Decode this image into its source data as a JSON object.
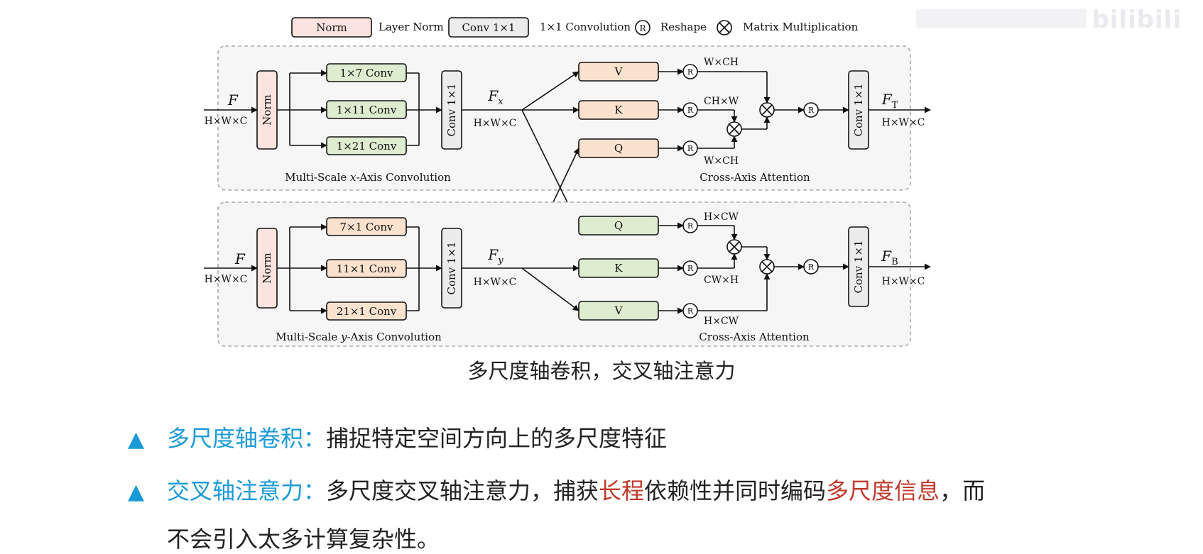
{
  "legend": {
    "norm_box": "Norm",
    "norm_text": "Layer Norm",
    "conv_box": "Conv 1×1",
    "conv_text": "1×1 Convolution",
    "reshape_sym": "R",
    "reshape_text": "Reshape",
    "matmul_text": "Matrix Multiplication"
  },
  "top": {
    "input_label": "F",
    "input_dims": "H×W×C",
    "norm": "Norm",
    "convs": [
      "1×7 Conv",
      "1×11 Conv",
      "1×21 Conv"
    ],
    "conv1x1": "Conv 1×1",
    "feat_label": "F",
    "feat_sub": "x",
    "feat_dims": "H×W×C",
    "v": "V",
    "k": "K",
    "q": "Q",
    "dim_v": "W×CH",
    "dim_k": "CH×W",
    "dim_q": "W×CH",
    "out_conv": "Conv 1×1",
    "out_label": "F",
    "out_sub": "T",
    "out_dims": "H×W×C",
    "section_left_pre": "Multi-Scale ",
    "section_left_axis": "x",
    "section_left_post": "-Axis Convolution",
    "section_right": "Cross-Axis Attention"
  },
  "bottom": {
    "input_label": "F",
    "input_dims": "H×W×C",
    "norm": "Norm",
    "convs": [
      "7×1 Conv",
      "11×1 Conv",
      "21×1 Conv"
    ],
    "conv1x1": "Conv 1×1",
    "feat_label": "F",
    "feat_sub": "y",
    "feat_dims": "H×W×C",
    "q": "Q",
    "k": "K",
    "v": "V",
    "dim_q": "H×CW",
    "dim_k": "CW×H",
    "dim_v": "H×CW",
    "out_conv": "Conv 1×1",
    "out_label": "F",
    "out_sub": "B",
    "out_dims": "H×W×C",
    "section_left_pre": "Multi-Scale ",
    "section_left_axis": "y",
    "section_left_post": "-Axis Convolution",
    "section_right": "Cross-Axis Attention"
  },
  "caption": "多尺度轴卷积，交叉轴注意力",
  "bullets": [
    {
      "marker": "▲",
      "title": "多尺度轴卷积：",
      "text": "捕捉特定空间方向上的多尺度特征"
    },
    {
      "marker": "▲",
      "title": "交叉轴注意力：",
      "text_a": "多尺度交叉轴注意力，捕获",
      "highlight_a": "长程",
      "text_b": "依赖性并同时编码",
      "highlight_b": "多尺度信息",
      "text_c": "，而",
      "continuation": "不会引入太多计算复杂性。"
    }
  ],
  "watermark": "bilibili",
  "colors": {
    "norm_fill": "#fbe3df",
    "green_fill": "#deeccf",
    "orange_fill": "#fbe2cf",
    "accent_blue": "#1a9ad6",
    "accent_red": "#c0392b"
  }
}
